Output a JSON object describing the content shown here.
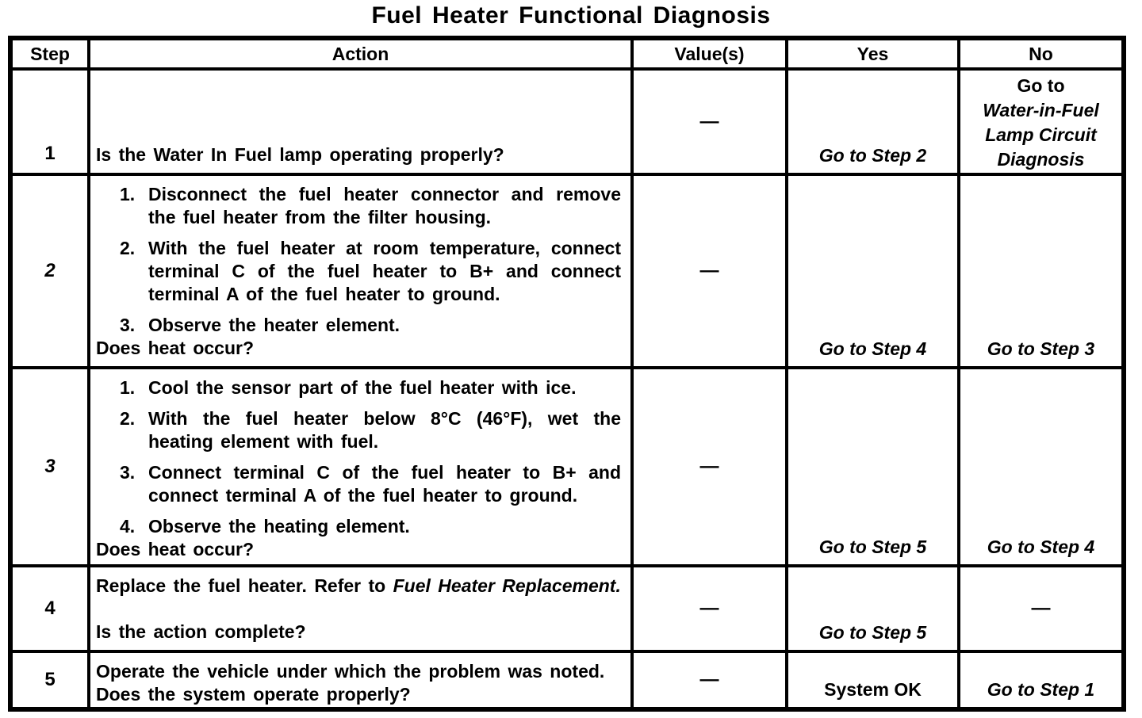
{
  "title": "Fuel Heater Functional Diagnosis",
  "columns": {
    "step": "Step",
    "action": "Action",
    "values": "Value(s)",
    "yes": "Yes",
    "no": "No"
  },
  "rows": {
    "r1": {
      "step": "1",
      "question": "Is the Water In Fuel lamp operating properly?",
      "value": "—",
      "yes": "Go to Step 2",
      "no1": "Go to",
      "no2": "Water-in-Fuel",
      "no3": "Lamp Circuit",
      "no4": "Diagnosis"
    },
    "r2": {
      "step": "2",
      "n1": "1.",
      "i1": "Disconnect the fuel heater connector and remove the fuel heater from the filter housing.",
      "n2": "2.",
      "i2": "With the fuel heater at room temperature, connect terminal C of the fuel heater to B+ and connect terminal A of the fuel heater to ground.",
      "n3": "3.",
      "i3": "Observe the heater element.",
      "question": "Does heat occur?",
      "value": "—",
      "yes": "Go to Step 4",
      "no": "Go to Step 3"
    },
    "r3": {
      "step": "3",
      "n1": "1.",
      "i1": "Cool the sensor part of the fuel heater with ice.",
      "n2": "2.",
      "i2": "With the fuel heater below 8°C (46°F), wet the heating element with fuel.",
      "n3": "3.",
      "i3": "Connect terminal C of the fuel heater to B+ and connect terminal A of the fuel heater to ground.",
      "n4": "4.",
      "i4": "Observe the heating element.",
      "question": "Does heat occur?",
      "value": "—",
      "yes": "Go to Step 5",
      "no": "Go to Step 4"
    },
    "r4": {
      "step": "4",
      "intro_pre": "Replace the fuel heater. Refer to ",
      "intro_italic": "Fuel Heater Replacement.",
      "question": "Is the action complete?",
      "value": "—",
      "yes": "Go to Step 5",
      "no": "—"
    },
    "r5": {
      "step": "5",
      "intro": "Operate the vehicle under which the problem was noted.",
      "question": "Does the system operate properly?",
      "value": "—",
      "yes": "System OK",
      "no": "Go to Step 1"
    }
  }
}
